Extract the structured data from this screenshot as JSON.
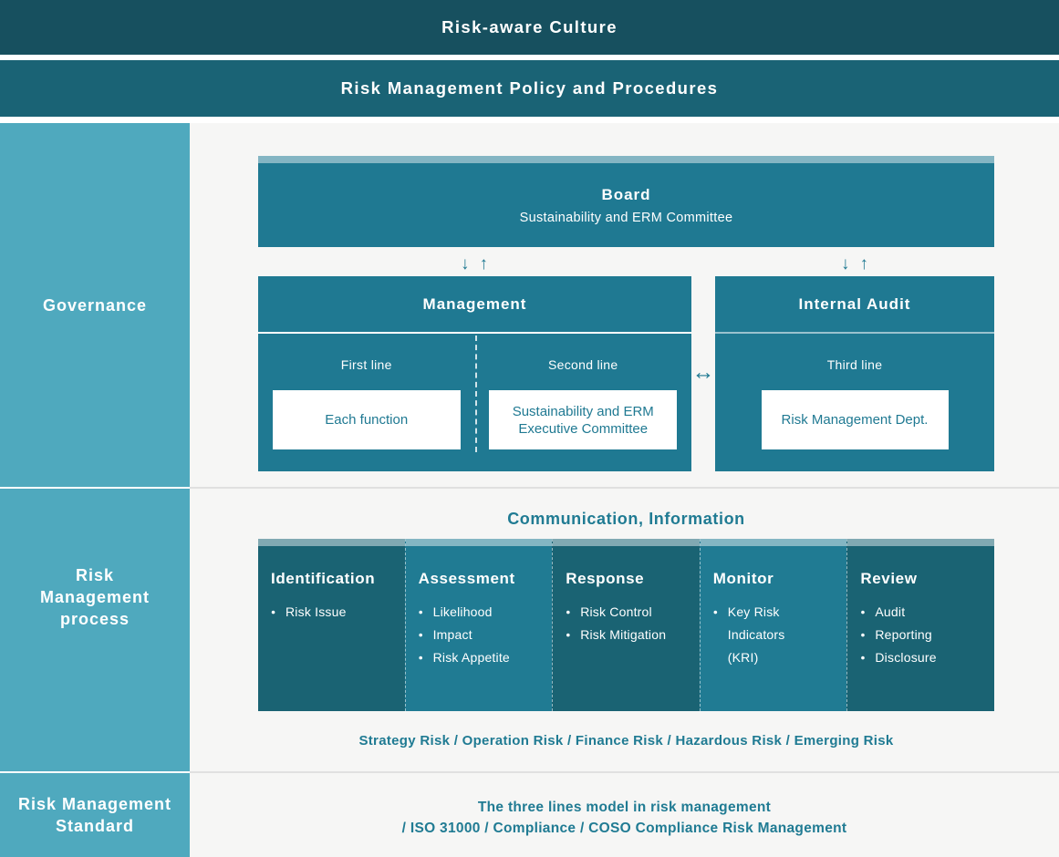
{
  "banners": {
    "culture": "Risk-aware Culture",
    "policy": "Risk Management Policy and Procedures"
  },
  "sidebar": {
    "governance": "Governance",
    "process": "Risk\nManagement\nprocess",
    "standard": "Risk Management\nStandard"
  },
  "icons": {
    "down_arrow": "↓",
    "up_arrow": "↑",
    "left_right_arrow": "↔"
  },
  "governance": {
    "board": {
      "title": "Board",
      "subtitle": "Sustainability and ERM Committee"
    },
    "management": {
      "title": "Management",
      "first_line": {
        "label": "First line",
        "box": "Each function"
      },
      "second_line": {
        "label": "Second line",
        "box": "Sustainability and ERM Executive Committee"
      }
    },
    "internal_audit": {
      "title": "Internal Audit",
      "line": {
        "label": "Third line",
        "box": "Risk Management Dept."
      }
    }
  },
  "process": {
    "communication": "Communication, Information",
    "steps": [
      {
        "title": "Identification",
        "items": [
          "Risk Issue"
        ]
      },
      {
        "title": "Assessment",
        "items": [
          "Likelihood",
          "Impact",
          "Risk Appetite"
        ]
      },
      {
        "title": "Response",
        "items": [
          "Risk Control",
          "Risk Mitigation"
        ]
      },
      {
        "title": "Monitor",
        "items": [
          "Key Risk\nIndicators\n(KRI)"
        ]
      },
      {
        "title": "Review",
        "items": [
          "Audit",
          "Reporting",
          "Disclosure"
        ]
      }
    ],
    "risk_types": "Strategy Risk / Operation Risk / Finance Risk / Hazardous Risk / Emerging Risk"
  },
  "standard": {
    "line1": "The three lines model in risk management",
    "line2": "/ ISO 31000 / Compliance / COSO Compliance Risk Management"
  },
  "colors": {
    "banner_dark": "#17505f",
    "banner_teal": "#1a6375",
    "sidebar_blue": "#4fa9be",
    "box_teal": "#1f7992",
    "step_dark": "#1a6373",
    "step_light": "#207b93",
    "accent_text": "#207b93",
    "canvas": "#f6f6f5"
  }
}
